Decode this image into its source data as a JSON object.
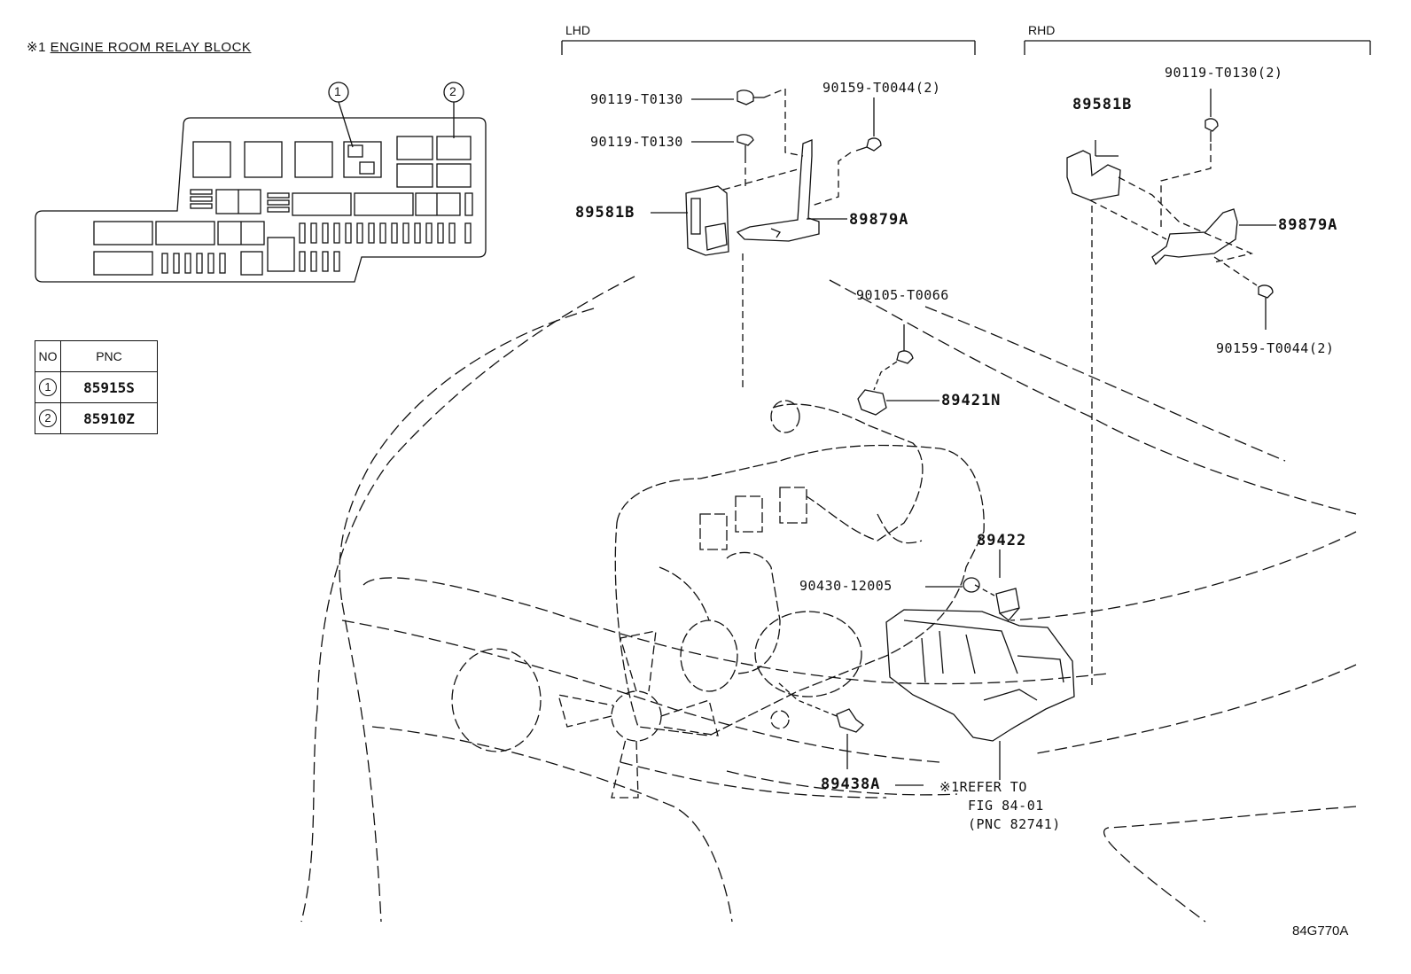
{
  "relay_block": {
    "title_prefix": "※1",
    "title": "ENGINE ROOM RELAY BLOCK",
    "callout_1": "1",
    "callout_2": "2"
  },
  "pnc_table": {
    "header_no": "NO",
    "header_pnc": "PNC",
    "rows": [
      {
        "no": "1",
        "pnc": "85915S"
      },
      {
        "no": "2",
        "pnc": "85910Z"
      }
    ]
  },
  "sections": {
    "lhd": "LHD",
    "rhd": "RHD"
  },
  "parts": {
    "lhd_bolt_upper": "90119-T0130",
    "lhd_bolt_lower": "90119-T0130",
    "lhd_screw": "90159-T0044(2)",
    "lhd_sensor": "89581B",
    "lhd_bracket": "89879A",
    "bolt_90105": "90105-T0066",
    "sensor_89421n": "89421N",
    "sensor_89422": "89422",
    "gasket": "90430-12005",
    "sensor_89438a": "89438A",
    "rhd_bolt": "90119-T0130(2)",
    "rhd_sensor": "89581B",
    "rhd_bracket": "89879A",
    "rhd_screw": "90159-T0044(2)"
  },
  "reference_note": {
    "prefix": "※1",
    "line1": "REFER TO",
    "line2": "FIG 84-01",
    "line3": "(PNC 82741)"
  },
  "figure_id": "84G770A"
}
